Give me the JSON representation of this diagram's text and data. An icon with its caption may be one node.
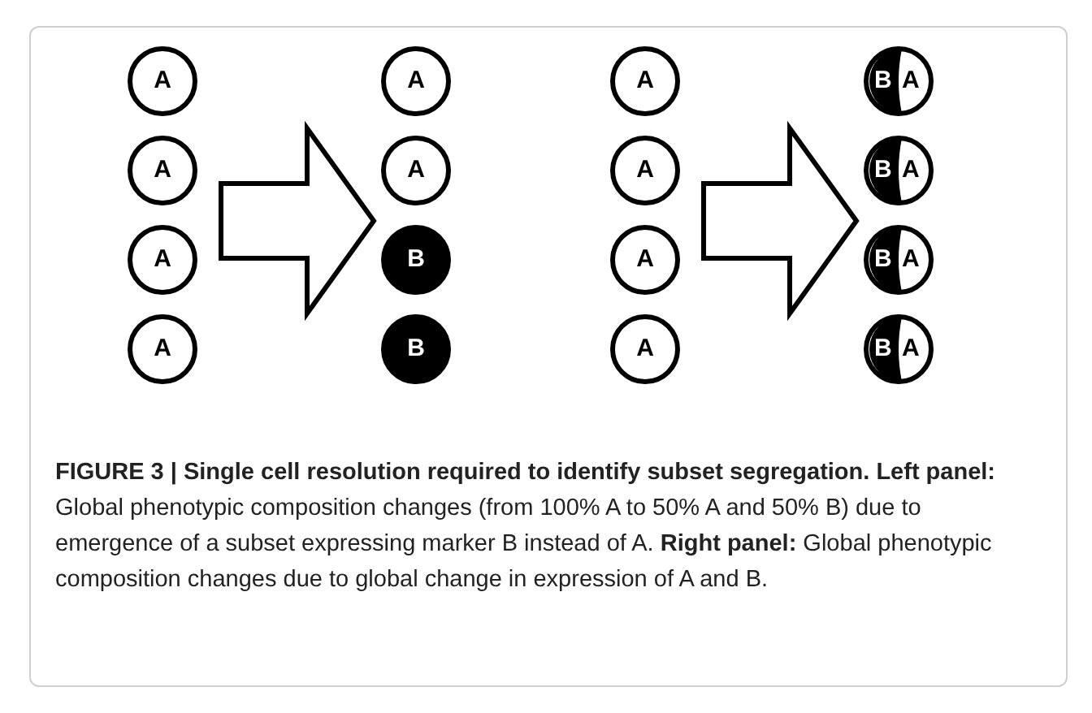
{
  "diagram": {
    "caption": "**FIGURE 3 | Single cell resolution required to identify subset segregation. Left panel:** Global phenotypic composition changes (from 100% A to 50% A and 50% B) due to emergence of a subset expressing marker B instead of A. **Right panel:** Global phenotypic composition changes due to global change in expression of A and B.",
    "nodes": [
      {
        "text": [],
        "shape": "column"
      },
      {
        "text": [
          "A"
        ],
        "in": 0
      },
      {
        "text": [
          "A"
        ],
        "in": 0
      },
      {
        "text": [
          "A"
        ],
        "in": 0
      },
      {
        "text": [
          "A"
        ],
        "in": 0
      },
      {
        "text": [],
        "shape": "column"
      },
      {
        "text": [
          "A"
        ],
        "in": 5
      },
      {
        "text": [
          "A"
        ],
        "in": 5
      },
      {
        "text": [
          "B"
        ],
        "in": 5
      },
      {
        "text": [
          "B"
        ],
        "in": 5
      },
      {
        "text": [],
        "shape": "column"
      },
      {
        "text": [
          "A"
        ],
        "in": 10
      },
      {
        "text": [
          "A"
        ],
        "in": 10
      },
      {
        "text": [
          "A"
        ],
        "in": 10
      },
      {
        "text": [
          "A"
        ],
        "in": 10
      },
      {
        "text": [],
        "shape": "column"
      },
      {
        "text": [
          "B",
          "A"
        ],
        "in": 15
      },
      {
        "text": [
          "B",
          "A"
        ],
        "in": 15
      },
      {
        "text": [
          "B",
          "A"
        ],
        "in": 15
      },
      {
        "text": [
          "B",
          "A"
        ],
        "in": 15
      }
    ],
    "edges": [
      {
        "from": 0,
        "to": 5,
        "arrow": "to"
      },
      {
        "from": 10,
        "to": 15,
        "arrow": "to"
      }
    ]
  }
}
